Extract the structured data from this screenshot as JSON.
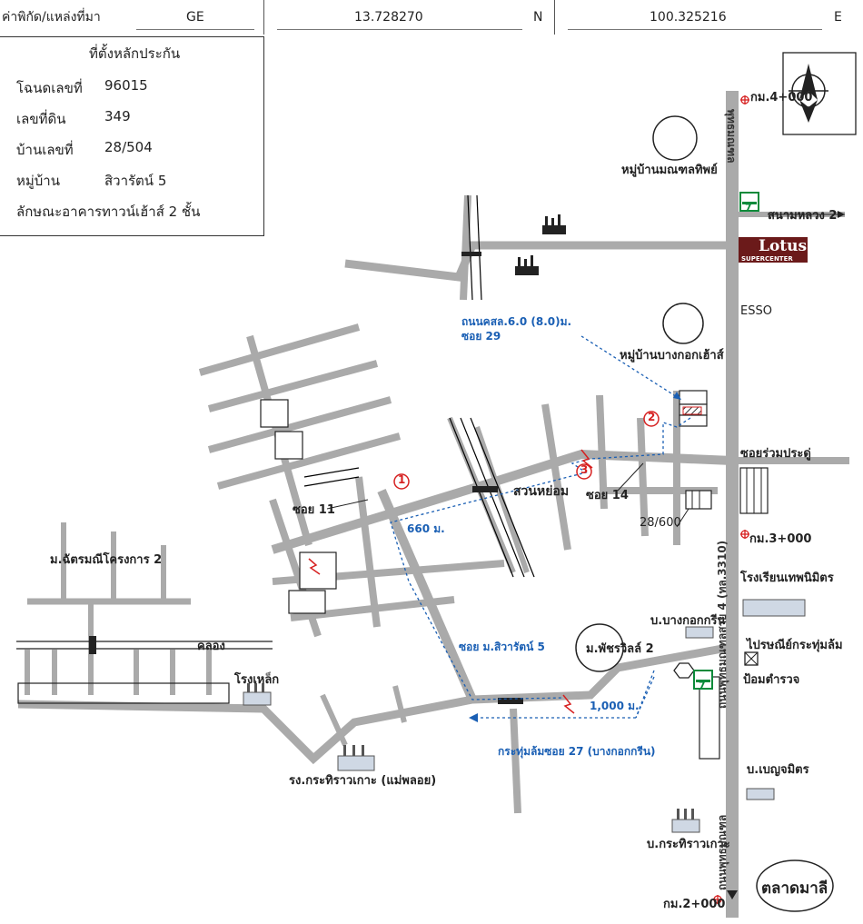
{
  "header": {
    "coord_label": "ค่าพิกัด/แหล่งที่มา",
    "source": "GE",
    "lat": "13.728270",
    "lat_dir": "N",
    "lon": "100.325216",
    "lon_dir": "E"
  },
  "info_box": {
    "legend": "ที่ตั้งหลักประกัน",
    "rows": [
      {
        "label": "โฉนดเลขที่",
        "value": "96015"
      },
      {
        "label": "เลขที่ดิน",
        "value": "349"
      },
      {
        "label": "บ้านเลขที่",
        "value": "28/504"
      },
      {
        "label": "หมู่บ้าน",
        "value": "สิวารัตน์ 5"
      },
      {
        "label": "ลักษณะอาคาร",
        "value": "ทาวน์เฮ้าส์ 2 ชั้น"
      }
    ]
  },
  "compass": "N",
  "labels": {
    "km4": "กม.4+000",
    "km3": "กม.3+000",
    "km2": "กม.2+000",
    "village_top": "หมู่บ้านมณฑลทิพย์",
    "sanam_luang": "สนามหลวง 2",
    "lotus": "Lotus",
    "lotus_sub": "SUPERCENTER",
    "esso": "ESSO",
    "village_bkk": "หมู่บ้านบางกอกเฮ้าส์",
    "road_note_1": "ถนนคสล.6.0 (8.0)ม.",
    "road_note_2": "ซอย 29",
    "soi_ruam": "ซอยร่วมประดู่",
    "suan_hom": "สวนหย่อม",
    "soi14": "ซอย 14",
    "soi11": "ซอย 11",
    "house_no": "28/600",
    "dist_660": "660 ม.",
    "highway": "ถนนพุทธมณฑลสาย 4 (ทล.3310)",
    "road_top": "พุทธมณฑล",
    "road_bottom": "ถนนพุทธมณฑล",
    "school": "โรงเรียนเทพนิมิตร",
    "b_bkk_green": "บ.บางกอกกรีน",
    "post": "ไปรษณีย์กระทุ่มล้ม",
    "police": "ป้อมตำรวจ",
    "m_pat": "ม.ฉัตรมณีโครงการ 2",
    "canal": "คลอง",
    "steel": "โรงเหล็ก",
    "soi_siwarat": "ซอย ม.สิวารัตน์ 5",
    "m_pharuw": "ม.พัชรวิลล์ 2",
    "dist_1000": "1,000 ม.",
    "kratum_soi": "กระทุ่มล้มซอย 27 (บางกอกกรีน)",
    "factory_mae": "รง.กระทิราวเกาะ (แม่พลอย)",
    "b_benjamit": "บ.เบญจมิตร",
    "b_kratir": "บ.กระทิราวเกาะ",
    "market": "ตลาดมาลี",
    "seven": "7",
    "marker1": "1",
    "marker2": "2",
    "marker3": "3"
  },
  "colors": {
    "road": "#aaaaaa",
    "road_edge": "#888888",
    "blue": "#1a5fb4",
    "red": "#d62020",
    "seven_green": "#0a8a3a",
    "lotus_bg": "#6b1a1a"
  }
}
